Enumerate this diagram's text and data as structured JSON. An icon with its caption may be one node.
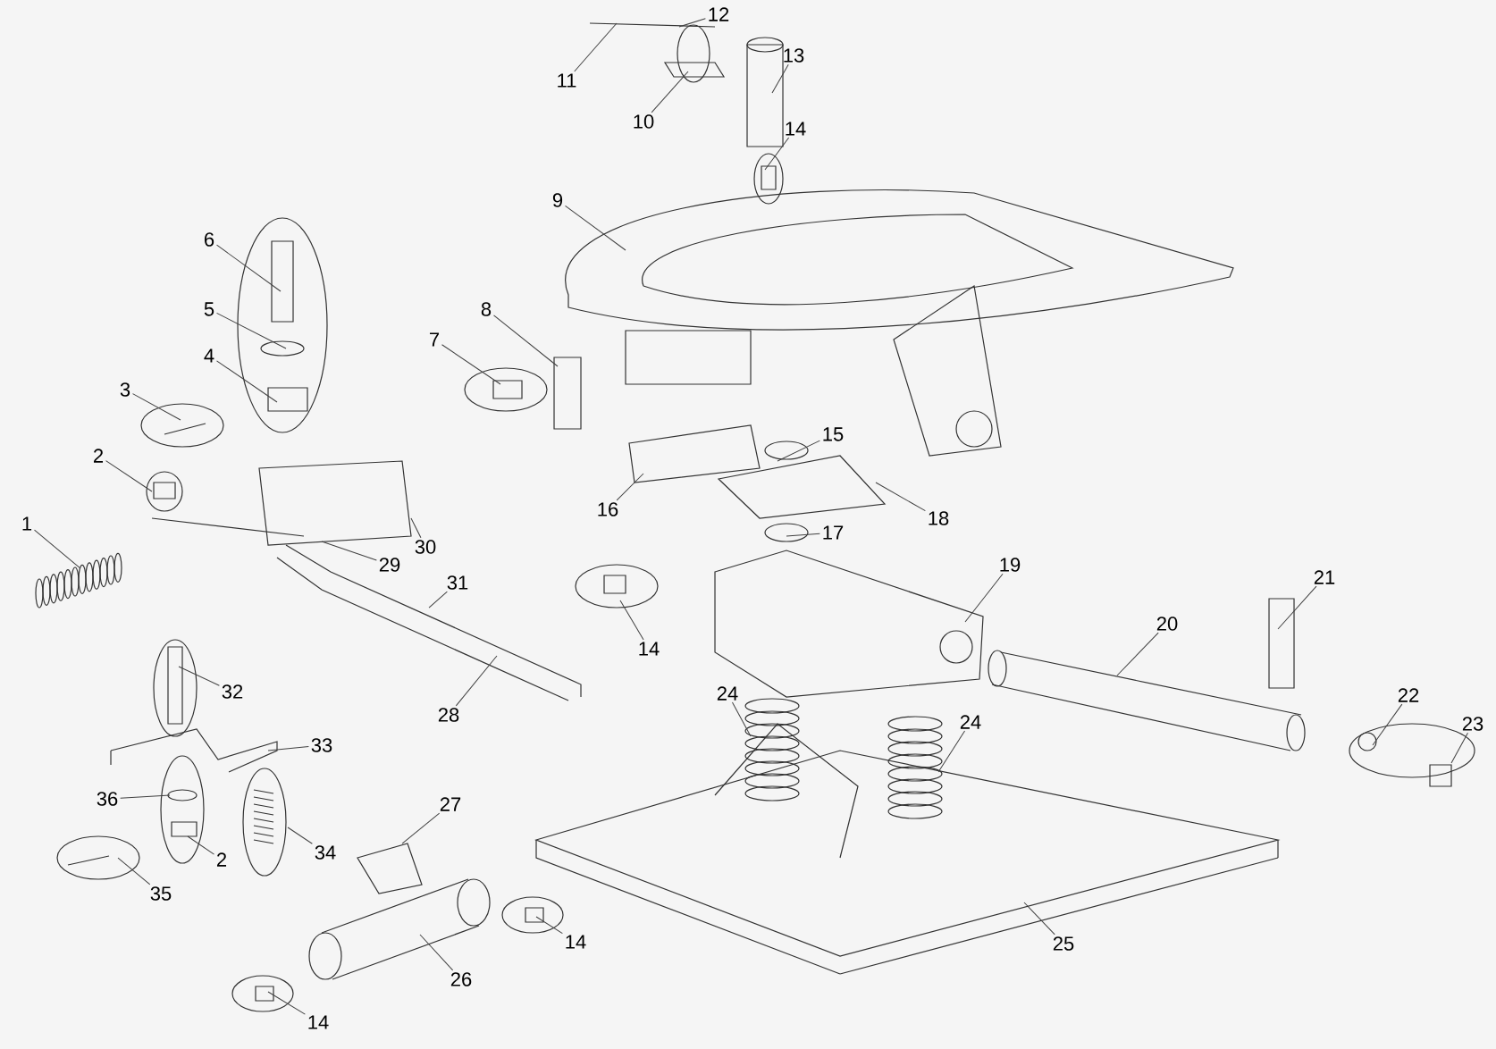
{
  "diagram": {
    "nodes": [
      {
        "text": [
          "12"
        ]
      },
      {
        "text": [
          "11"
        ]
      },
      {
        "text": [
          "13"
        ]
      },
      {
        "text": [
          "10"
        ]
      },
      {
        "text": [
          "14"
        ]
      },
      {
        "text": [
          "9"
        ]
      },
      {
        "text": [
          "6"
        ]
      },
      {
        "text": [
          "8"
        ]
      },
      {
        "text": [
          "5"
        ]
      },
      {
        "text": [
          "7"
        ]
      },
      {
        "text": [
          "4"
        ]
      },
      {
        "text": [
          "3"
        ]
      },
      {
        "text": [
          "15"
        ]
      },
      {
        "text": [
          "2"
        ]
      },
      {
        "text": [
          "16"
        ]
      },
      {
        "text": [
          "18"
        ]
      },
      {
        "text": [
          "1"
        ]
      },
      {
        "text": [
          "17"
        ]
      },
      {
        "text": [
          "30"
        ]
      },
      {
        "text": [
          "29"
        ]
      },
      {
        "text": [
          "19"
        ]
      },
      {
        "text": [
          "31"
        ]
      },
      {
        "text": [
          "21"
        ]
      },
      {
        "text": [
          "20"
        ]
      },
      {
        "text": [
          "14"
        ]
      },
      {
        "text": [
          "32"
        ]
      },
      {
        "text": [
          "24"
        ]
      },
      {
        "text": [
          "22"
        ]
      },
      {
        "text": [
          "28"
        ]
      },
      {
        "text": [
          "24"
        ]
      },
      {
        "text": [
          "23"
        ]
      },
      {
        "text": [
          "33"
        ]
      },
      {
        "text": [
          "36"
        ]
      },
      {
        "text": [
          "27"
        ]
      },
      {
        "text": [
          "34"
        ]
      },
      {
        "text": [
          "2"
        ]
      },
      {
        "text": [
          "35"
        ]
      },
      {
        "text": [
          "25"
        ]
      },
      {
        "text": [
          "14"
        ]
      },
      {
        "text": [
          "26"
        ]
      },
      {
        "text": [
          "14"
        ]
      }
    ],
    "edges": [
      {
        "from": 0,
        "to": null,
        "arrow": "none"
      },
      {
        "from": 1,
        "to": null,
        "arrow": "none"
      },
      {
        "from": 2,
        "to": null,
        "arrow": "none"
      },
      {
        "from": 3,
        "to": null,
        "arrow": "none"
      },
      {
        "from": 4,
        "to": null,
        "arrow": "none"
      },
      {
        "from": 5,
        "to": null,
        "arrow": "none"
      },
      {
        "from": 6,
        "to": null,
        "arrow": "none"
      },
      {
        "from": 7,
        "to": null,
        "arrow": "none"
      },
      {
        "from": 8,
        "to": null,
        "arrow": "none"
      },
      {
        "from": 9,
        "to": null,
        "arrow": "none"
      },
      {
        "from": 10,
        "to": null,
        "arrow": "none"
      },
      {
        "from": 11,
        "to": null,
        "arrow": "none"
      },
      {
        "from": 12,
        "to": null,
        "arrow": "none"
      },
      {
        "from": 13,
        "to": null,
        "arrow": "none"
      },
      {
        "from": 14,
        "to": null,
        "arrow": "none"
      },
      {
        "from": 15,
        "to": null,
        "arrow": "none"
      },
      {
        "from": 16,
        "to": null,
        "arrow": "none"
      },
      {
        "from": 17,
        "to": null,
        "arrow": "none"
      },
      {
        "from": 18,
        "to": null,
        "arrow": "none"
      },
      {
        "from": 19,
        "to": null,
        "arrow": "none"
      },
      {
        "from": 20,
        "to": null,
        "arrow": "none"
      },
      {
        "from": 21,
        "to": null,
        "arrow": "none"
      },
      {
        "from": 22,
        "to": null,
        "arrow": "none"
      },
      {
        "from": 23,
        "to": null,
        "arrow": "none"
      },
      {
        "from": 24,
        "to": null,
        "arrow": "none"
      },
      {
        "from": 25,
        "to": null,
        "arrow": "none"
      },
      {
        "from": 26,
        "to": null,
        "arrow": "none"
      },
      {
        "from": 27,
        "to": null,
        "arrow": "none"
      },
      {
        "from": 28,
        "to": null,
        "arrow": "none"
      },
      {
        "from": 29,
        "to": null,
        "arrow": "none"
      },
      {
        "from": 30,
        "to": null,
        "arrow": "none"
      },
      {
        "from": 31,
        "to": null,
        "arrow": "none"
      },
      {
        "from": 32,
        "to": null,
        "arrow": "none"
      },
      {
        "from": 33,
        "to": null,
        "arrow": "none"
      },
      {
        "from": 34,
        "to": null,
        "arrow": "none"
      },
      {
        "from": 35,
        "to": null,
        "arrow": "none"
      },
      {
        "from": 36,
        "to": null,
        "arrow": "none"
      },
      {
        "from": 37,
        "to": null,
        "arrow": "none"
      },
      {
        "from": 38,
        "to": null,
        "arrow": "none"
      },
      {
        "from": 39,
        "to": null,
        "arrow": "none"
      },
      {
        "from": 40,
        "to": null,
        "arrow": "none"
      }
    ]
  }
}
